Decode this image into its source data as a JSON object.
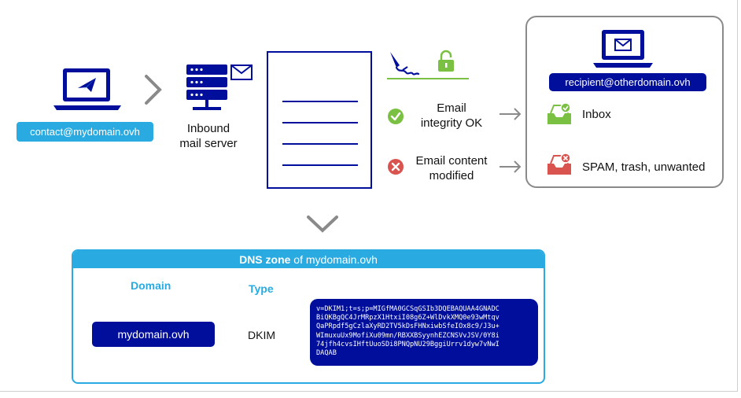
{
  "sender": {
    "email": "contact@mydomain.ovh"
  },
  "server": {
    "label_line1": "Inbound",
    "label_line2": "mail server"
  },
  "checks": {
    "ok_line1": "Email",
    "ok_line2": "integrity OK",
    "bad_line1": "Email content",
    "bad_line2": "modified"
  },
  "recipient": {
    "email": "recipient@otherdomain.ovh",
    "inbox_label": "Inbox",
    "spam_label": "SPAM, trash, unwanted"
  },
  "dns": {
    "header_bold": "DNS zone",
    "header_rest": " of mydomain.ovh",
    "col_domain": "Domain",
    "col_type": "Type",
    "domain_value": "mydomain.ovh",
    "type_value": "DKIM",
    "record_value": "v=DKIM1;t=s;p=MIGfMA0GCSqGSIb3DQEBAQUAA4GNADC\nBiQKBgQC4JrMRpzX1HtxiI08g6Z+WlDvkXMQ0e93wMtqv\nQaPRpdf5gCzlaXyRD2TV5kDsFHNxiwbSfeIOx8c9/J3u+\nWImuxuUx9MofiXu09mn/RBXXBSyynhEZCNSVvJSV/0Y8i\n74jfh4cvsIHftUuoSDi8PNQpNU29BggiUrrv1dyw7vNwI\nDAQAB"
  },
  "colors": {
    "light_blue": "#29abe2",
    "dark_blue": "#000e9c",
    "green": "#7ac143",
    "red": "#d9534f",
    "gray": "#8a8a8a"
  }
}
